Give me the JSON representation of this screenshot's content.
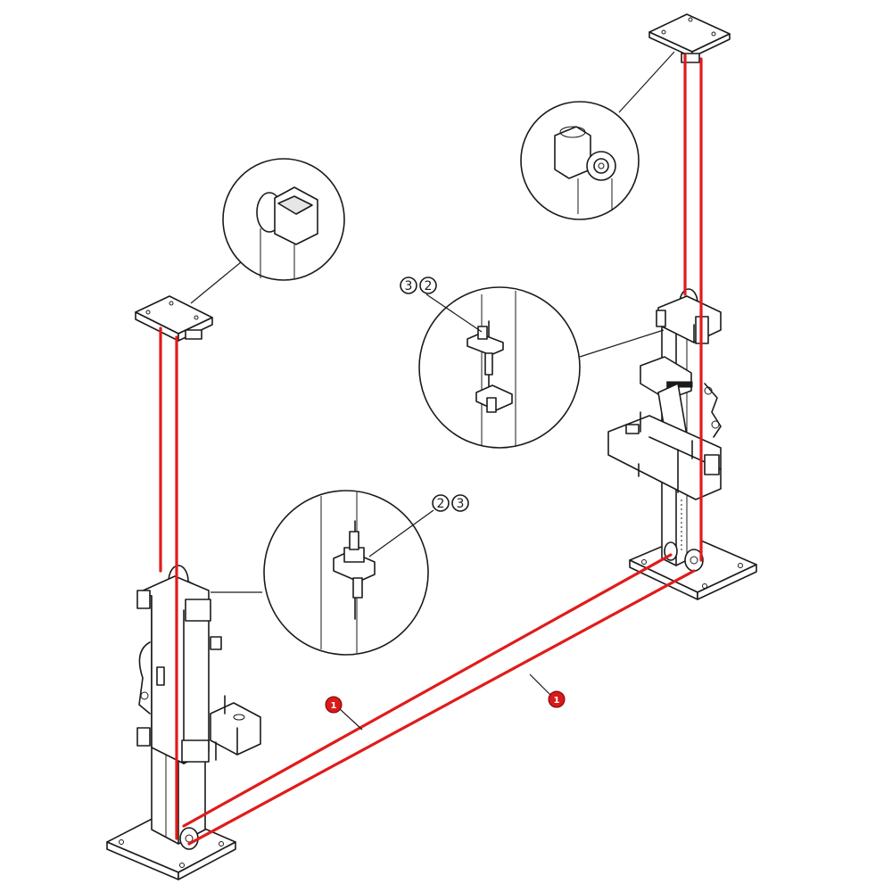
{
  "callouts": [
    {
      "id": "upper",
      "labels": [
        "3",
        "2"
      ]
    },
    {
      "id": "lower",
      "labels": [
        "2",
        "3"
      ]
    }
  ],
  "badges": [
    {
      "id": "cable-left",
      "label": "1"
    },
    {
      "id": "cable-right",
      "label": "1"
    }
  ],
  "colors": {
    "cable": "#e11b1b",
    "line": "#1a1a1a",
    "background": "#ffffff"
  }
}
